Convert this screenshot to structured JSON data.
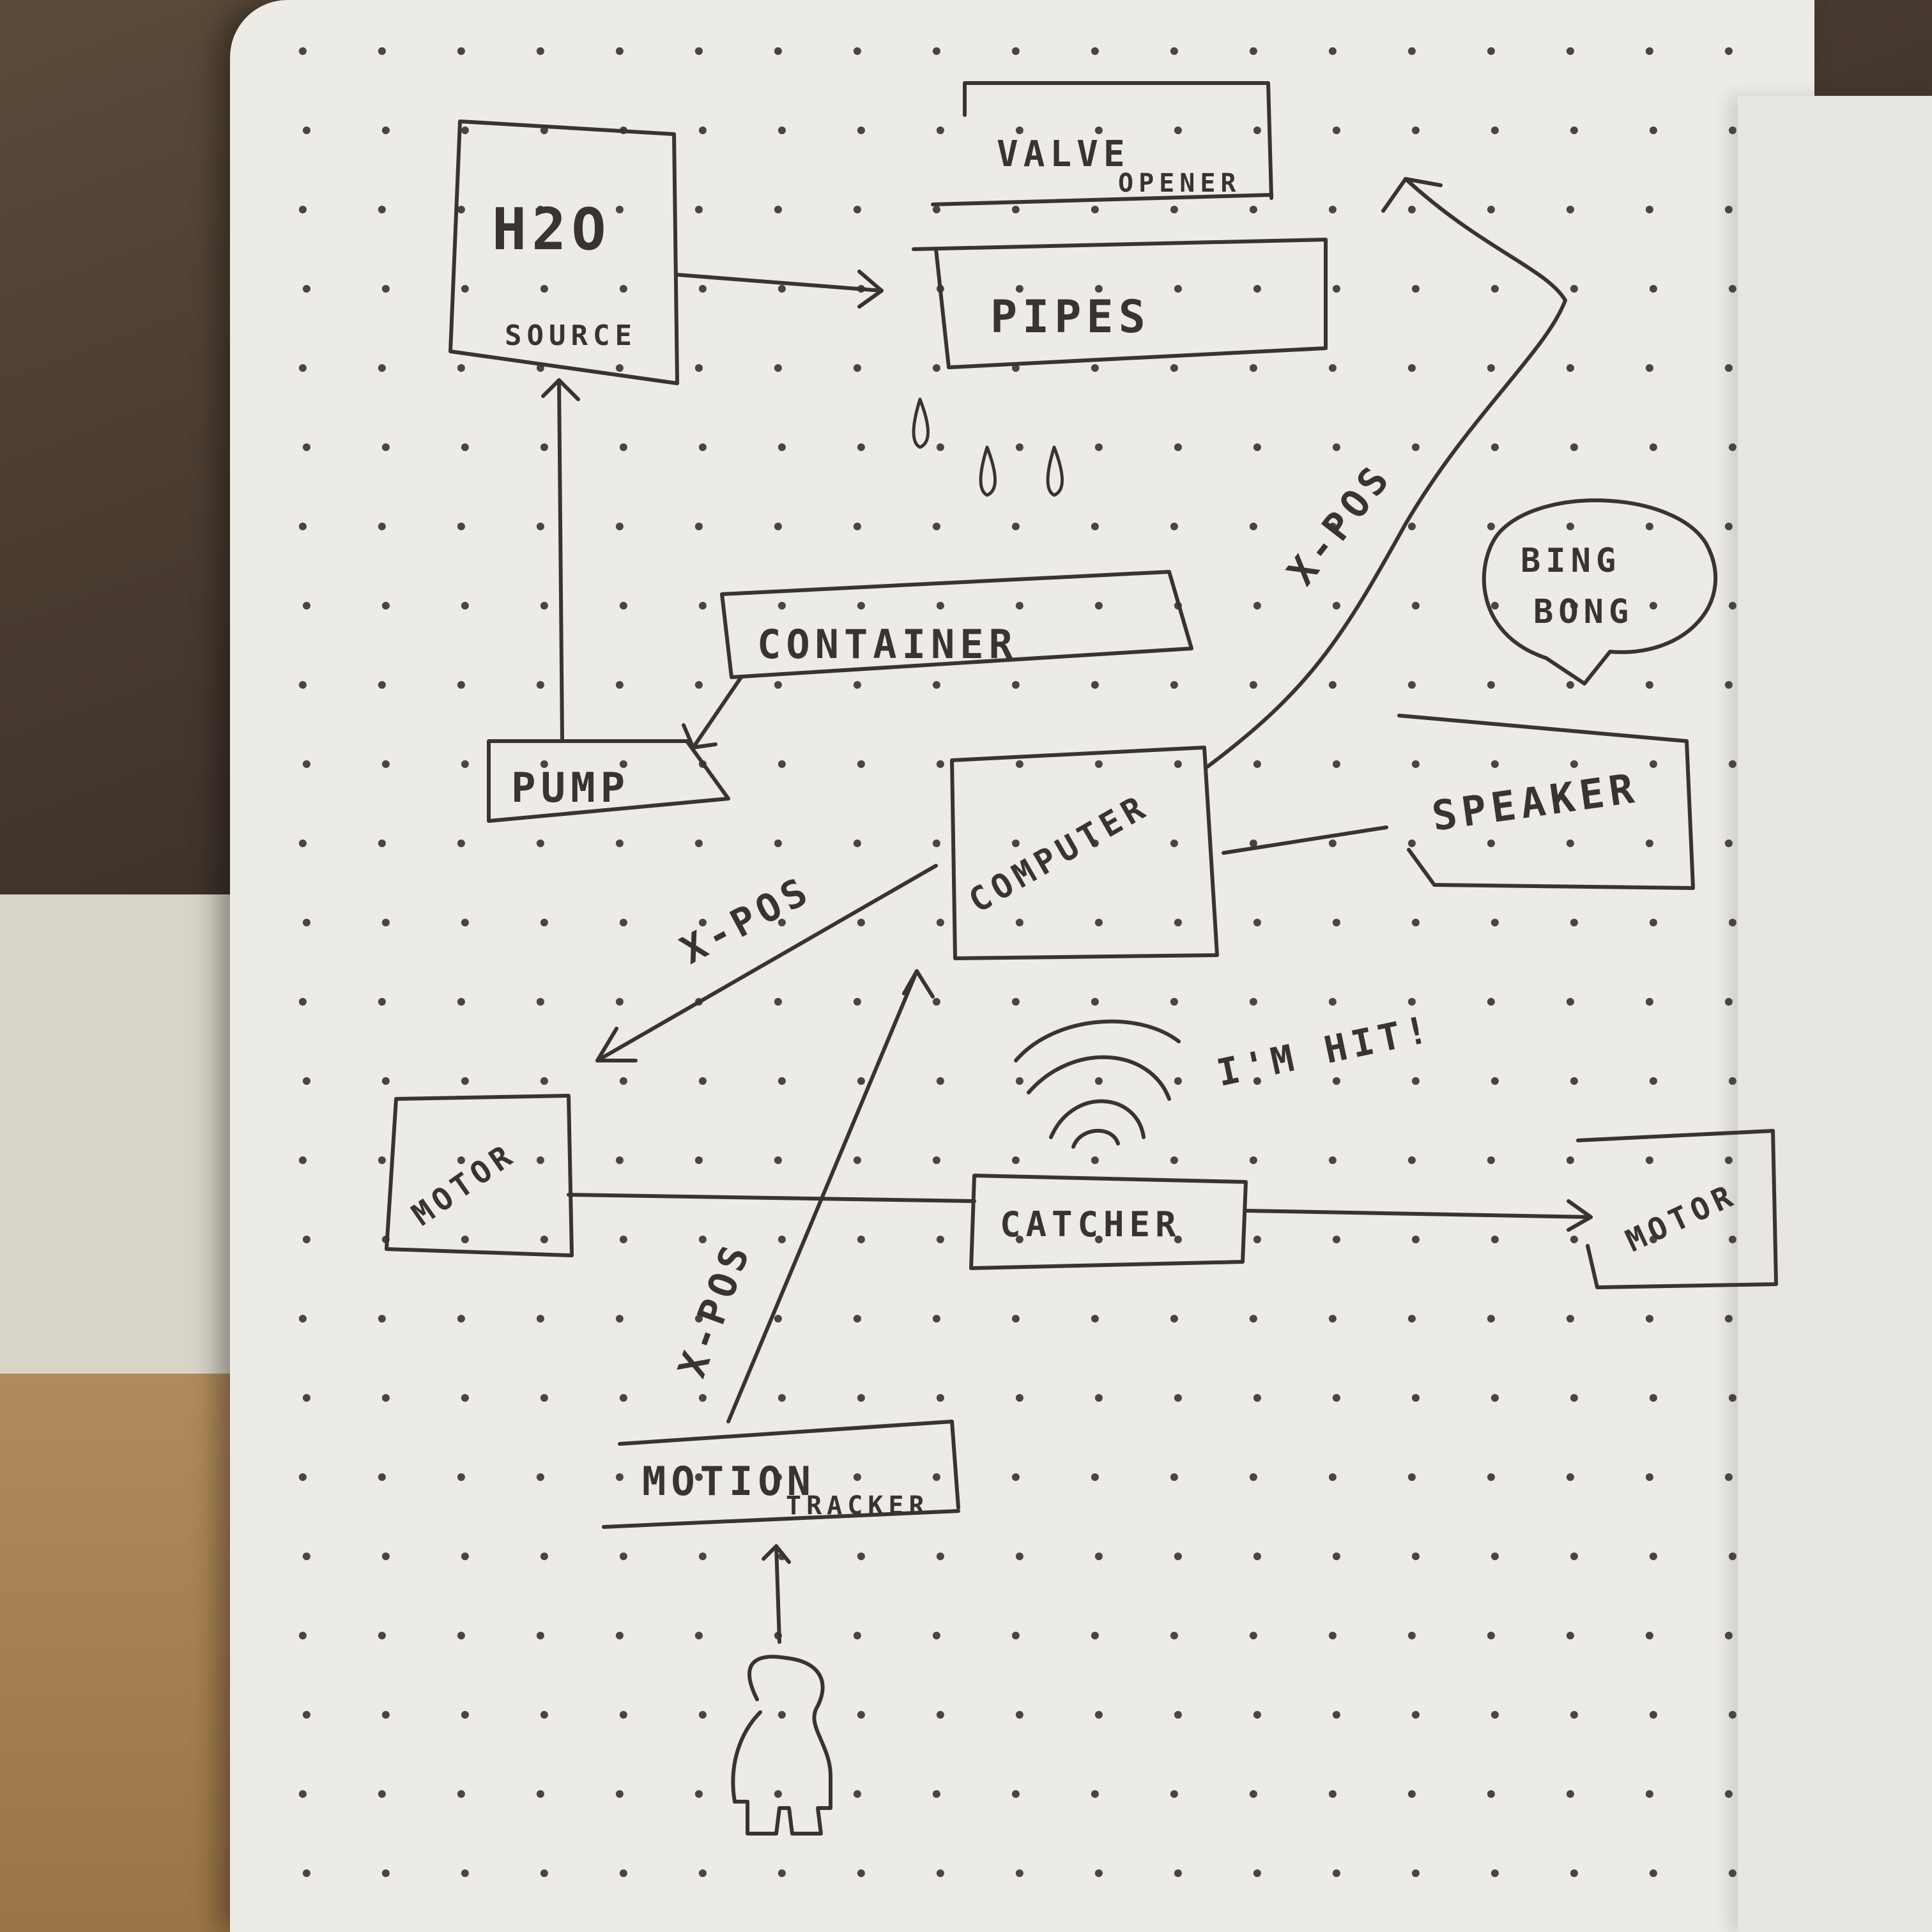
{
  "nodes": {
    "h2o_source": {
      "title": "H2O",
      "subtitle": "SOURCE"
    },
    "valve_opener": {
      "line1": "VALVE",
      "line2": "OPENER"
    },
    "pipes": {
      "label": "PIPES"
    },
    "container": {
      "label": "CONTAINER"
    },
    "pump": {
      "label": "PUMP"
    },
    "computer": {
      "label": "COMPUTER"
    },
    "speaker": {
      "label": "SPEAKER"
    },
    "speech_bubble": {
      "line1": "BING",
      "line2": "BONG"
    },
    "motor_left": {
      "label": "MOTOR"
    },
    "catcher": {
      "label": "CATCHER"
    },
    "motor_right": {
      "label": "MOTOR"
    },
    "motion_tracker": {
      "line1": "MOTION",
      "line2": "TRACKER"
    }
  },
  "edge_labels": {
    "computer_to_valve": "X-POS",
    "computer_to_motor": "X-POS",
    "tracker_to_computer": "X-POS",
    "catcher_signal": "I'M HIT!"
  },
  "icons": [
    "water-drop-icon",
    "person-icon",
    "wifi-signal-icon",
    "speech-bubble-icon"
  ],
  "colors": {
    "ink": "#3a3330",
    "paper": "#ecebe6"
  }
}
